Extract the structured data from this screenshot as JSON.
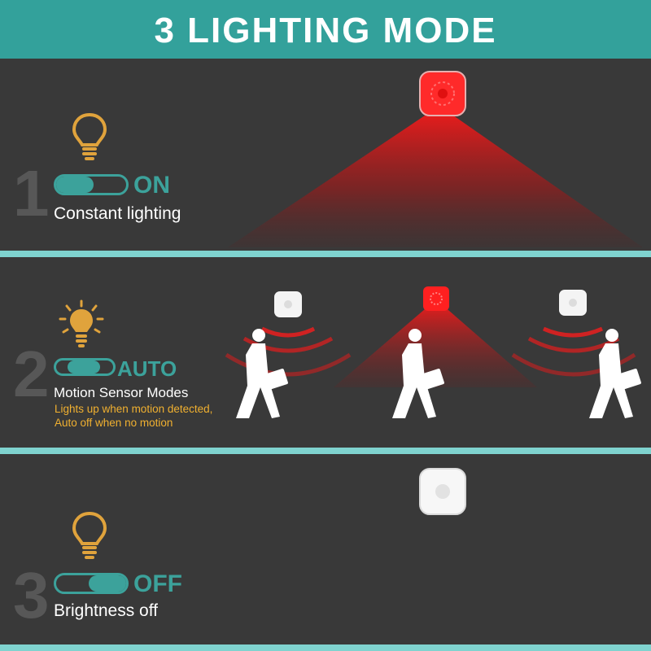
{
  "header": {
    "title": "3 LIGHTING MODE"
  },
  "modes": [
    {
      "number": "1",
      "label": "ON",
      "description": "Constant lighting",
      "bulb": "bulb-outline-icon"
    },
    {
      "number": "2",
      "label": "AUTO",
      "description": "Motion Sensor Modes",
      "note_line1": "Lights up when motion detected,",
      "note_line2": "Auto off when no motion",
      "bulb": "bulb-glowing-icon"
    },
    {
      "number": "3",
      "label": "OFF",
      "description": "Brightness off",
      "bulb": "bulb-outline-icon"
    }
  ],
  "colors": {
    "header": "#33a19b",
    "accent": "#3ca29b",
    "background": "#393939",
    "divider": "#7fd3cf",
    "bulb": "#e0a33c",
    "note": "#f0b030",
    "light_red": "#ff2020"
  }
}
